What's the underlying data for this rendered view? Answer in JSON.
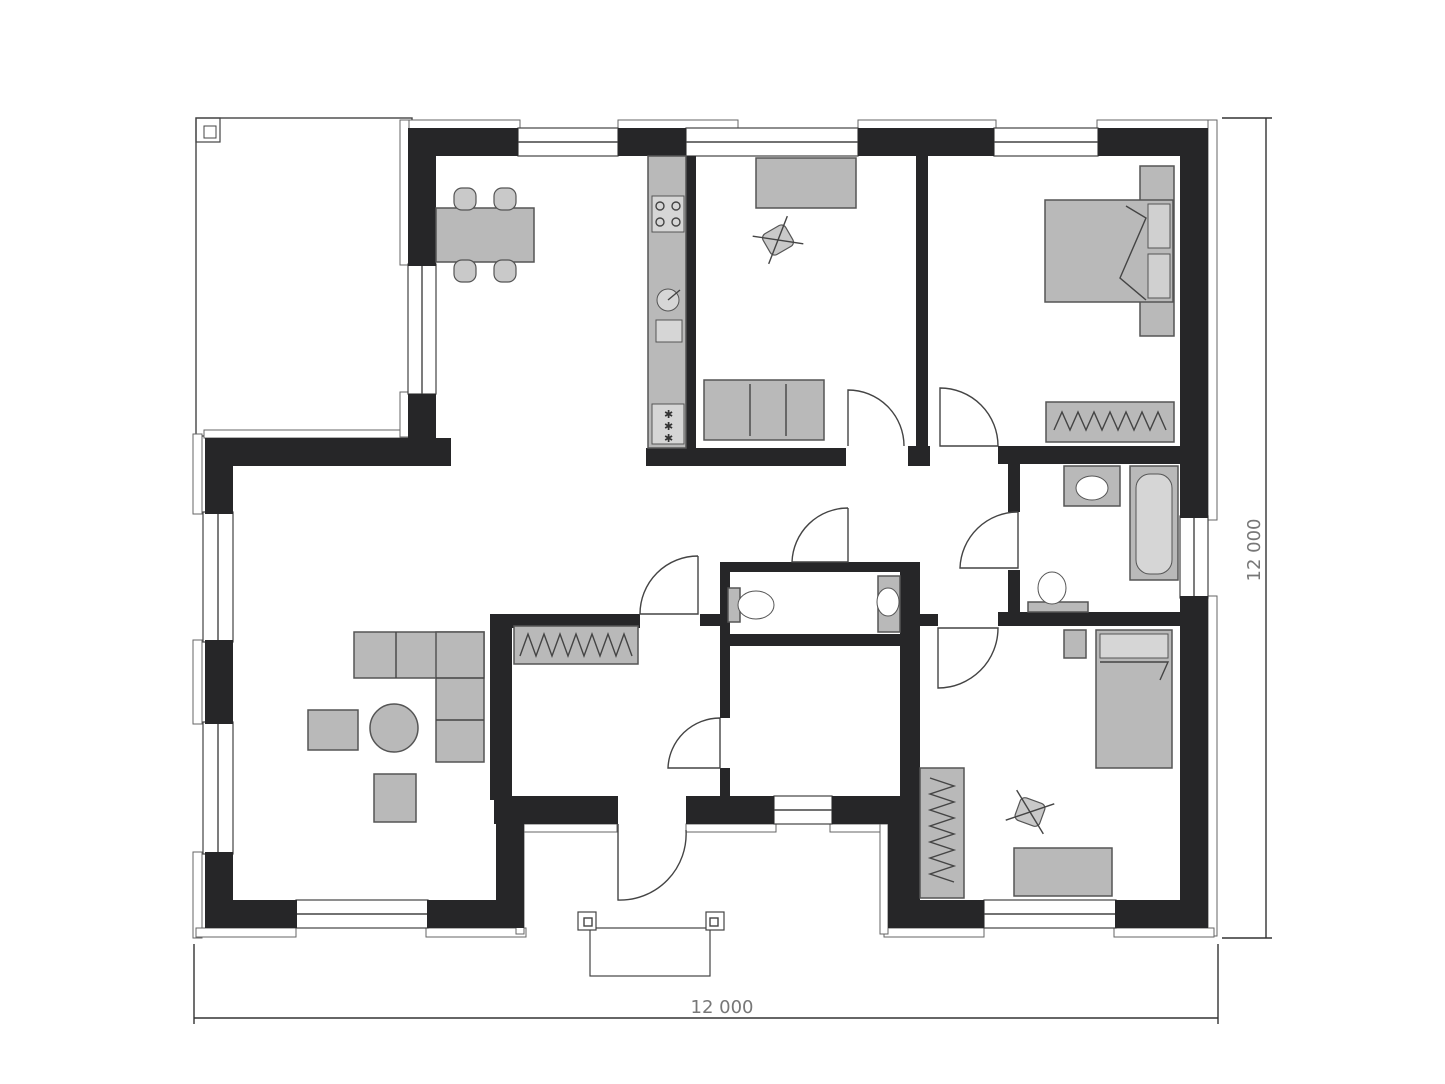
{
  "dimensions": {
    "width_label": "12 000",
    "depth_label": "12 000"
  },
  "rooms": [
    {
      "id": "terrace",
      "furniture": []
    },
    {
      "id": "kitchen-dining",
      "furniture": [
        "dining-table",
        "chair",
        "chair",
        "chair",
        "chair",
        "kitchen-counter",
        "hob",
        "sink",
        "stove"
      ]
    },
    {
      "id": "study",
      "furniture": [
        "desk",
        "office-chair",
        "sofa"
      ]
    },
    {
      "id": "master-bedroom",
      "furniture": [
        "double-bed",
        "nightstand",
        "nightstand",
        "wardrobe"
      ]
    },
    {
      "id": "bathroom",
      "furniture": [
        "washbasin",
        "bathtub",
        "toilet"
      ]
    },
    {
      "id": "wc",
      "furniture": [
        "toilet",
        "washbasin"
      ]
    },
    {
      "id": "living-room",
      "furniture": [
        "corner-sofa",
        "armchair",
        "armchair",
        "round-table"
      ]
    },
    {
      "id": "wardrobe-room",
      "furniture": [
        "wardrobe"
      ]
    },
    {
      "id": "hall",
      "furniture": []
    },
    {
      "id": "bedroom-2",
      "furniture": [
        "single-bed",
        "nightstand",
        "wardrobe",
        "desk",
        "office-chair"
      ]
    },
    {
      "id": "entrance-porch",
      "furniture": []
    }
  ]
}
